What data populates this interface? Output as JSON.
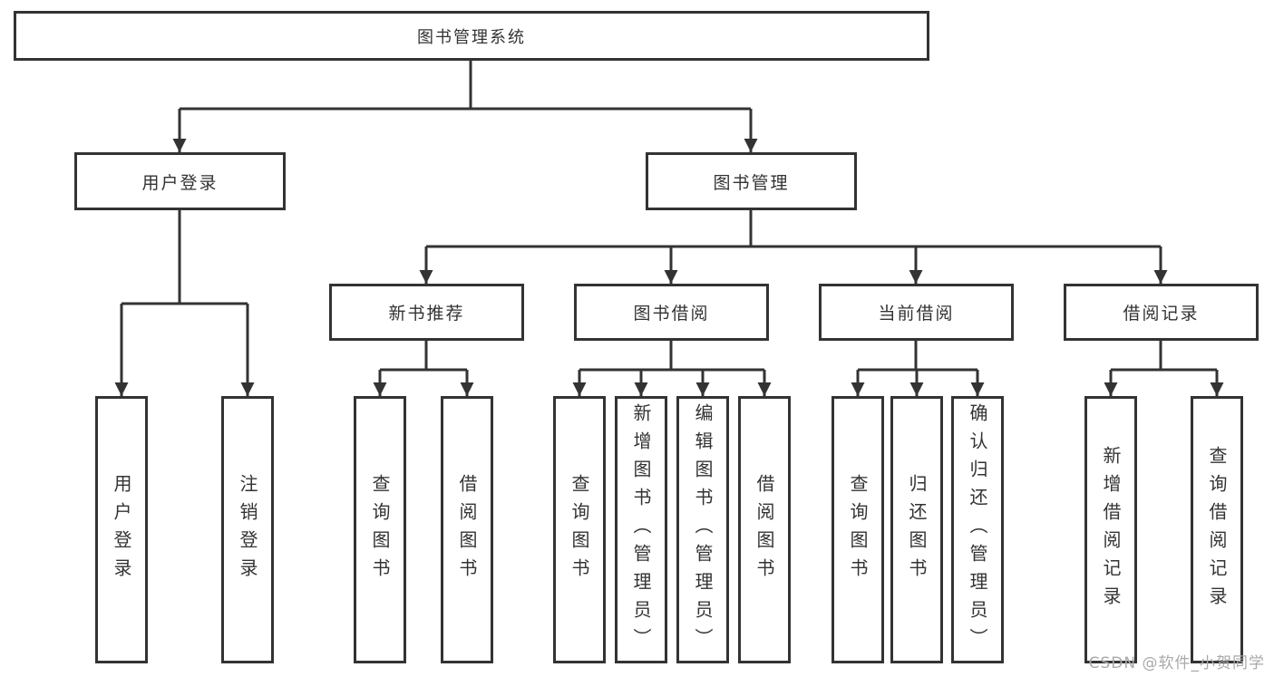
{
  "colors": {
    "line": "#333333",
    "text": "#333333",
    "watermark": "#a9a9a9"
  },
  "watermark": "CSDN @软件_小贺同学",
  "tree": {
    "root": {
      "label": "图书管理系统"
    },
    "branches": [
      {
        "label": "用户登录",
        "children": [
          {
            "label": "用户登录"
          },
          {
            "label": "注销登录"
          }
        ]
      },
      {
        "label": "图书管理",
        "groups": [
          {
            "label": "新书推荐",
            "children": [
              {
                "label": "查询图书"
              },
              {
                "label": "借阅图书"
              }
            ]
          },
          {
            "label": "图书借阅",
            "children": [
              {
                "label": "查询图书"
              },
              {
                "label": "新增图书（管理员）"
              },
              {
                "label": "编辑图书（管理员）"
              },
              {
                "label": "借阅图书"
              }
            ]
          },
          {
            "label": "当前借阅",
            "children": [
              {
                "label": "查询图书"
              },
              {
                "label": "归还图书"
              },
              {
                "label": "确认归还（管理员）"
              }
            ]
          },
          {
            "label": "借阅记录",
            "children": [
              {
                "label": "新增借阅记录"
              },
              {
                "label": "查询借阅记录"
              }
            ]
          }
        ]
      }
    ]
  }
}
